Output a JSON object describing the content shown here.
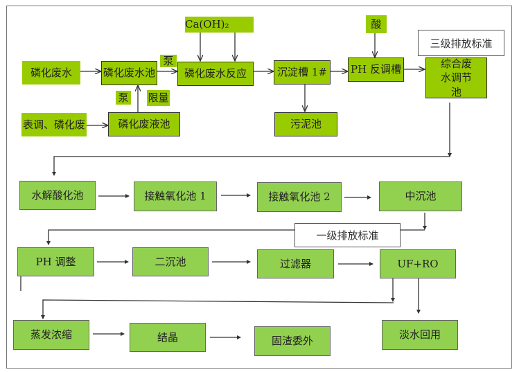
{
  "top": {
    "phosphating_wastewater": "磷化废水",
    "phosphating_wastewater_tank": "磷化废水池",
    "pump_1": "泵",
    "phosphating_reaction": "磷化废水反应",
    "caoh2": "Ca(OH)₂",
    "pump_2": "泵",
    "limited": "限量",
    "surface_conditioning": "表调、磷化废",
    "phosphating_waste_liquid_tank": "磷化废液池",
    "sedimentation_tank_1": "沉淀槽 1#",
    "acid": "酸",
    "ph_adjust_tank": "PH 反调槽",
    "comprehensive_tank": "综合废水调节池",
    "sludge_tank": "污泥池",
    "level3_standard": "三级排放标准"
  },
  "middle": {
    "hydrolysis": "水解酸化池",
    "contact_oxidation_1": "接触氧化池 1",
    "contact_oxidation_2": "接触氧化池 2",
    "mid_sedimentation": "中沉池",
    "level1_standard": "一级排放标准",
    "ph_adjustment": "PH 调整",
    "secondary_sedimentation": "二沉池",
    "filter": "过滤器",
    "uf_ro": "UF+RO"
  },
  "bottom": {
    "evaporation": "蒸发浓缩",
    "crystallization": "结晶",
    "solid_waste": "固渣委外",
    "fresh_water_reuse": "淡水回用"
  },
  "colors": {
    "top_box": "#99cc00",
    "lower_box": "#92d050"
  }
}
